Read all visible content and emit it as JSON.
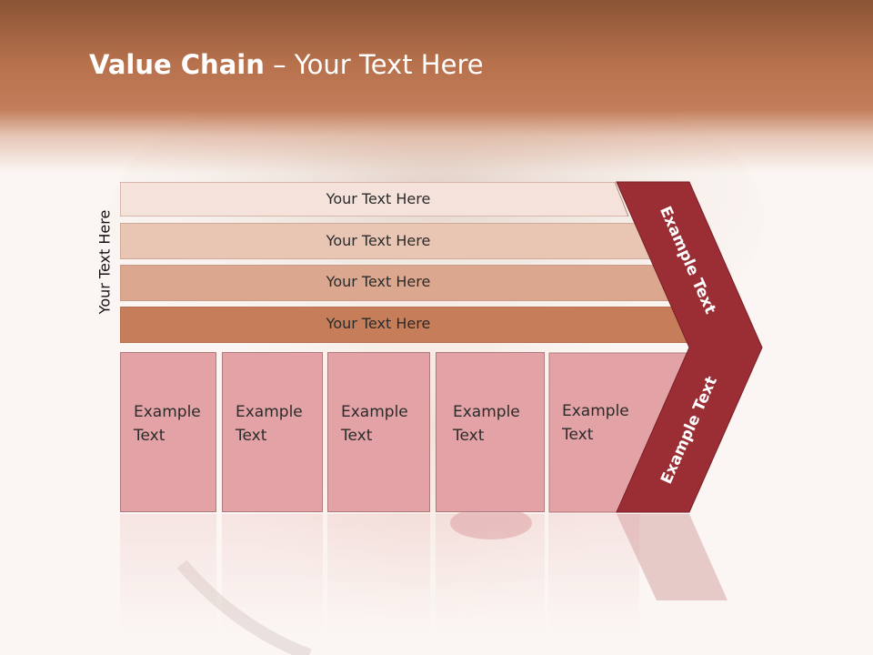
{
  "title": {
    "bold": "Value Chain",
    "rest": " – Your Text Here"
  },
  "side_label": "Your Text Here",
  "rows": [
    {
      "label": "Your Text Here",
      "color": "#f4e2db"
    },
    {
      "label": "Your Text Here",
      "color": "#e8c6b3"
    },
    {
      "label": "Your Text Here",
      "color": "#dba78e"
    },
    {
      "label": "Your Text Here",
      "color": "#c67d5a"
    }
  ],
  "cells": [
    {
      "line1": "Example",
      "line2": "Text"
    },
    {
      "line1": "Example",
      "line2": "Text"
    },
    {
      "line1": "Example",
      "line2": "Text"
    },
    {
      "line1": "Example",
      "line2": "Text"
    },
    {
      "line1": "Example",
      "line2": "Text"
    }
  ],
  "arrow": {
    "upper_label": "Example Text",
    "lower_label": "Example Text",
    "color": "#9a2e34"
  }
}
